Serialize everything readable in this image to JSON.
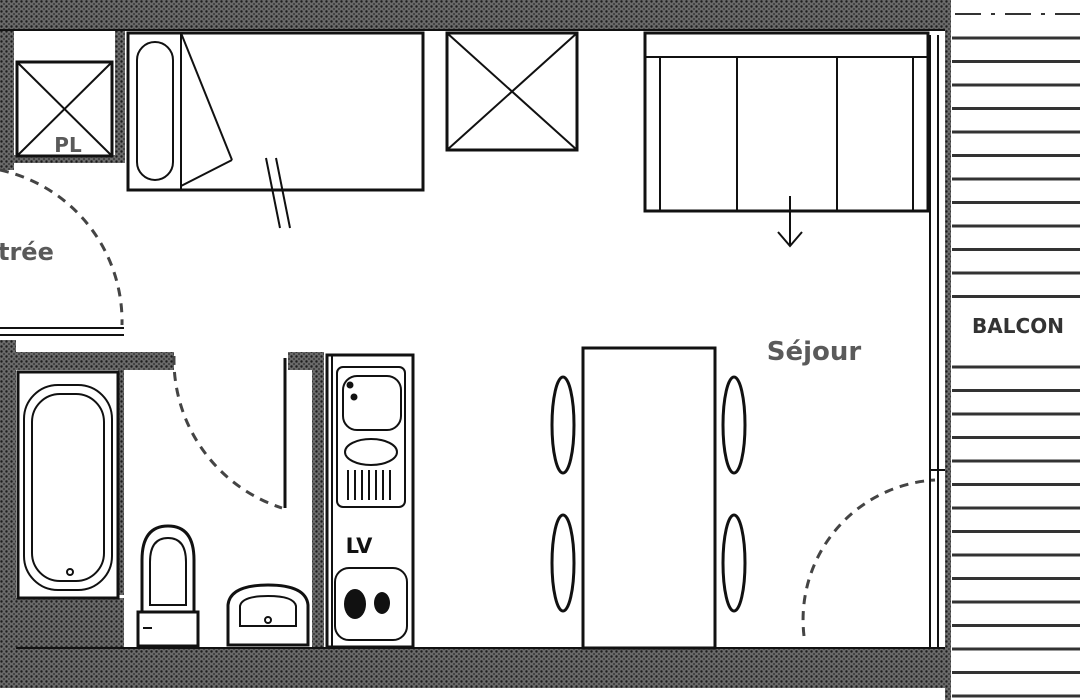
{
  "labels": {
    "entree": "trée",
    "placard": "PL",
    "lave_vaisselle": "LV",
    "sejour": "Séjour",
    "balcon": "BALCON"
  },
  "colors": {
    "wall_pattern": "#3a3a3a",
    "line": "#111111",
    "label": "#5a5a5a",
    "background": "#ffffff"
  }
}
